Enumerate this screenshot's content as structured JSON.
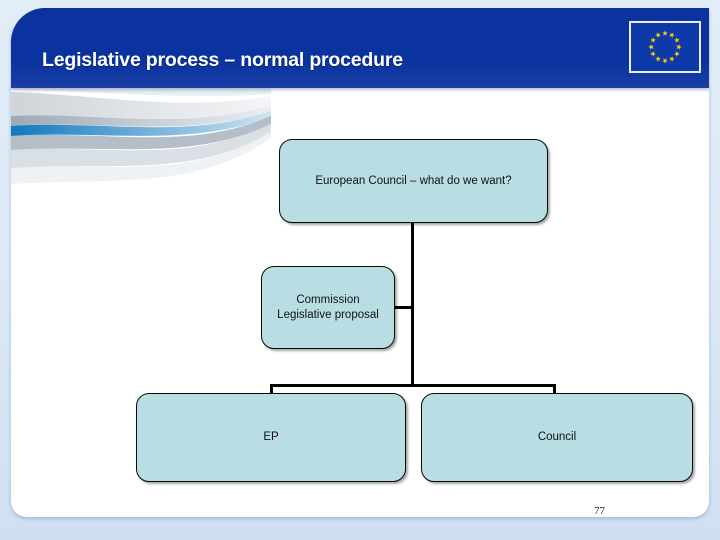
{
  "slide": {
    "title": "Legislative process – normal procedure",
    "page_number": "77",
    "colors": {
      "header_blue": "#0b33a0",
      "node_fill": "#b8dde2",
      "node_border": "#000000",
      "background": "#dce9f5",
      "panel": "#ffffff",
      "flag_blue": "#0d3aa8",
      "flag_star": "#ffcc00"
    }
  },
  "flag": {
    "name": "eu-flag-icon",
    "star_count": 12
  },
  "diagram": {
    "type": "flowchart",
    "nodes": [
      {
        "id": "european-council",
        "label": "European Council – what do we want?",
        "lines": [
          "European Council – what do we want?"
        ]
      },
      {
        "id": "commission",
        "label": "Commission Legislative proposal",
        "lines": [
          "Commission",
          "Legislative proposal"
        ]
      },
      {
        "id": "ep",
        "label": "EP",
        "lines": [
          "EP"
        ]
      },
      {
        "id": "council",
        "label": "Council",
        "lines": [
          "Council"
        ]
      }
    ],
    "connectors": [
      {
        "from": "european-council",
        "to": "splitter",
        "kind": "vertical"
      },
      {
        "from": "commission",
        "to": "trunk",
        "kind": "horizontal-stub"
      },
      {
        "from": "splitter",
        "to": "ep",
        "kind": "drop"
      },
      {
        "from": "splitter",
        "to": "council",
        "kind": "drop"
      }
    ]
  }
}
